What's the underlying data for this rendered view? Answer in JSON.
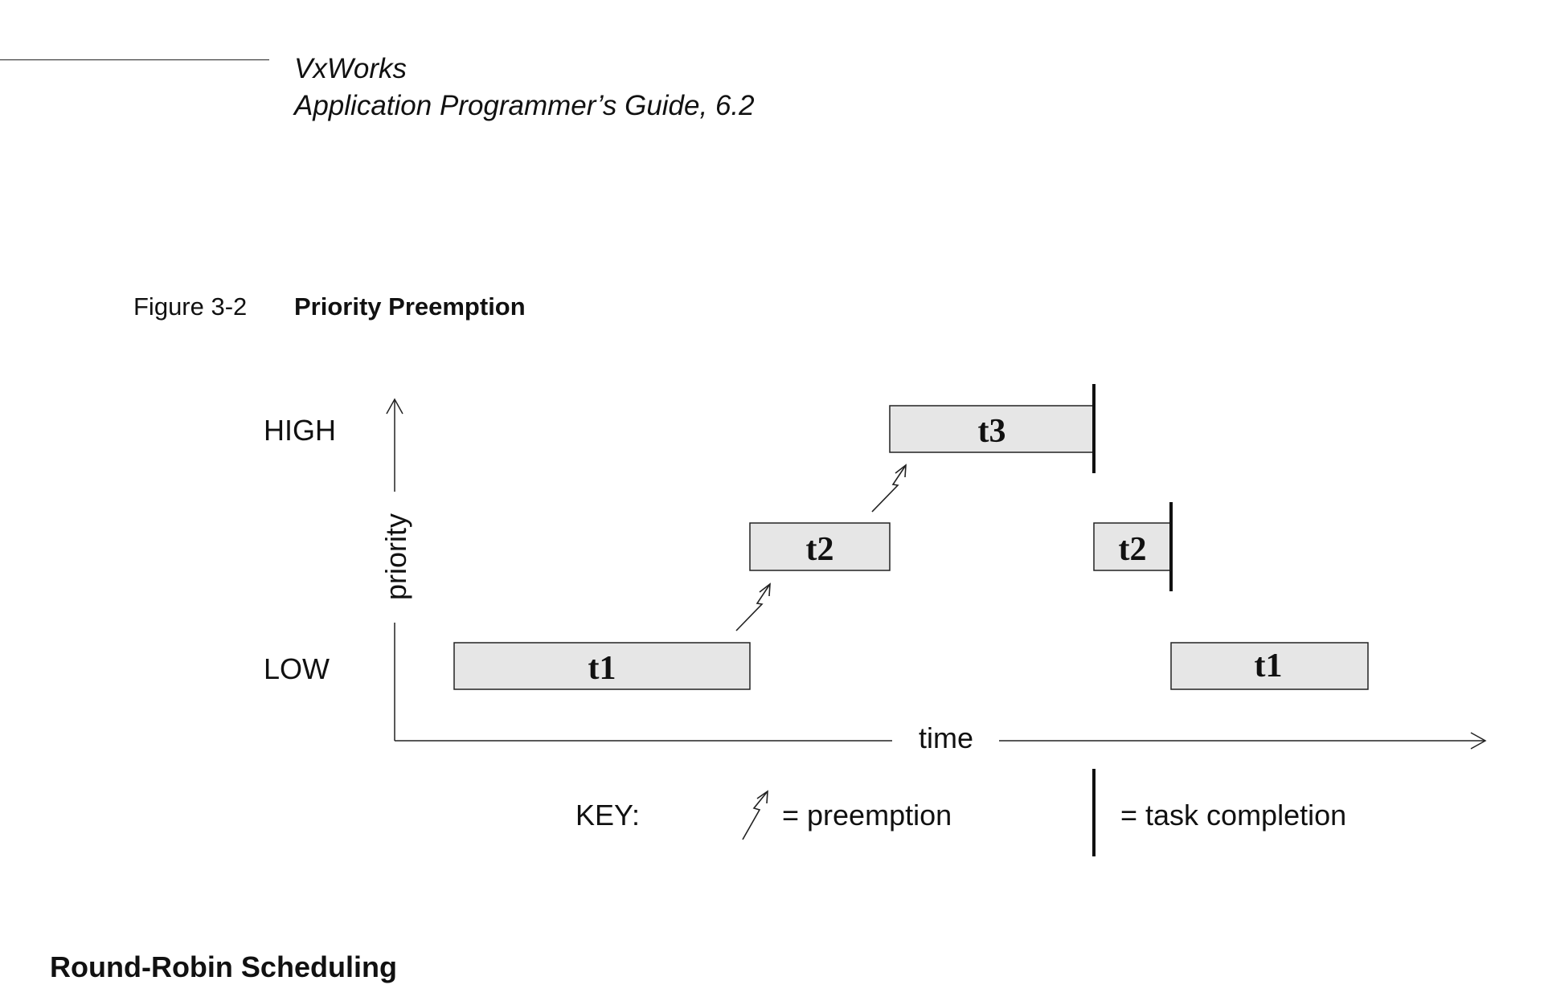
{
  "header": {
    "title": "VxWorks",
    "subtitle": "Application Programmer’s Guide, 6.2"
  },
  "figure": {
    "number": "Figure 3-2",
    "title": "Priority Preemption",
    "axis": {
      "y_label": "priority",
      "x_label": "time",
      "high_label": "HIGH",
      "low_label": "LOW"
    },
    "tasks": [
      {
        "id": "t1",
        "label": "t1",
        "level": "low"
      },
      {
        "id": "t2",
        "label": "t2",
        "level": "mid"
      },
      {
        "id": "t3",
        "label": "t3",
        "level": "high"
      },
      {
        "id": "t2-resume",
        "label": "t2",
        "level": "mid"
      },
      {
        "id": "t1-resume",
        "label": "t1",
        "level": "low"
      }
    ],
    "key": {
      "label": "KEY:",
      "preemption": "= preemption",
      "completion": "= task completion"
    }
  },
  "section": {
    "heading": "Round-Robin Scheduling"
  }
}
